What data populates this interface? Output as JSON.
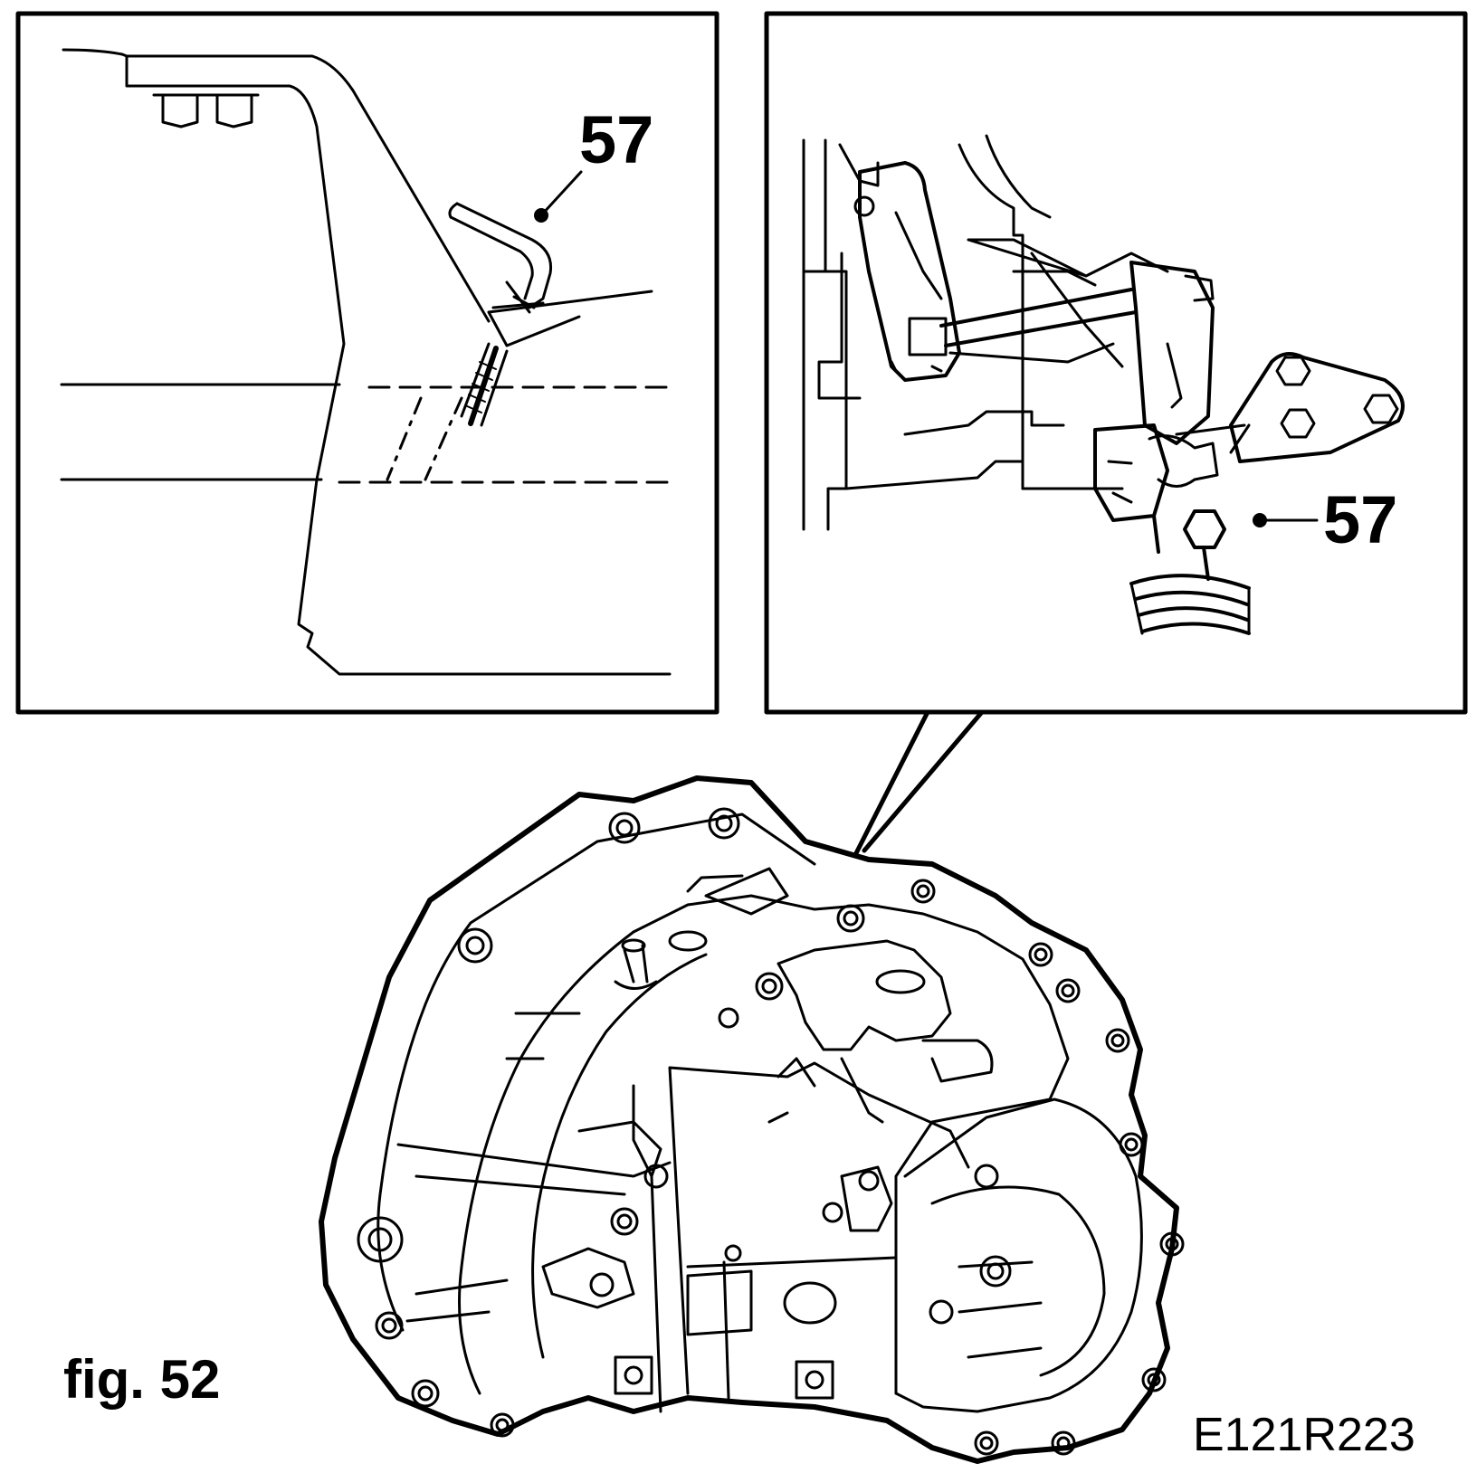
{
  "figure": {
    "caption": "fig. 52",
    "reference_code": "E121R223"
  },
  "left_inset": {
    "callout_label": "57"
  },
  "right_inset": {
    "callout_label": "57"
  },
  "colors": {
    "line": "#000000",
    "background": "#ffffff"
  }
}
